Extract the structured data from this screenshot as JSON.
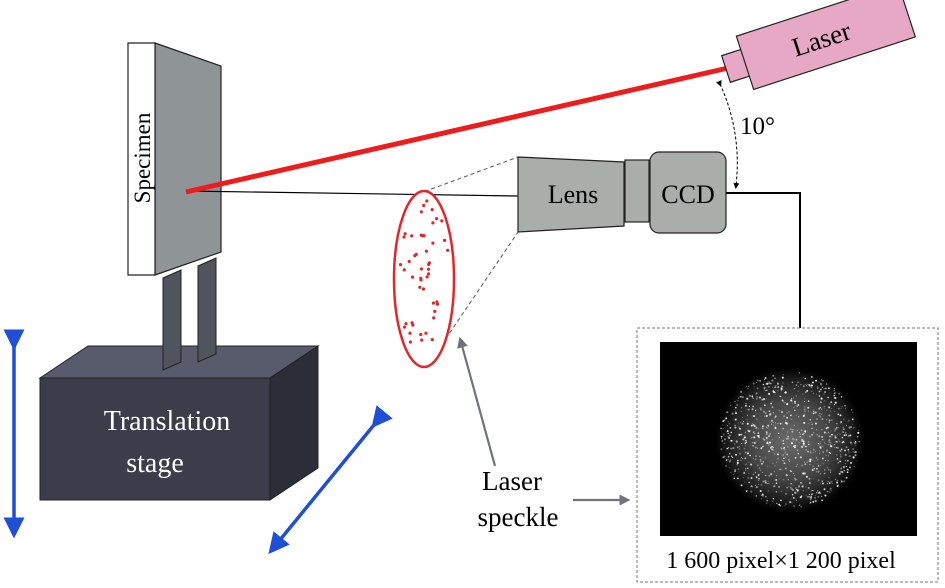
{
  "labels": {
    "specimen": "Specimen",
    "laser": "Laser",
    "angle": "10°",
    "lens": "Lens",
    "ccd": "CCD",
    "stage_line1": "Translation",
    "stage_line2": "stage",
    "speckle_line1": "Laser",
    "speckle_line2": "speckle",
    "resolution": "1 600 pixel×1 200 pixel"
  },
  "colors": {
    "laser_beam": "#ee1c1c",
    "laser_body": "#e6a8c4",
    "specimen_gray": "#8f9497",
    "lens_gray": "#a9aeab",
    "stage_dark": "#3b3d4b",
    "arrow_blue": "#1f4fd6",
    "speckle_red": "#e4262b",
    "pointer_gray": "#6e747c"
  }
}
